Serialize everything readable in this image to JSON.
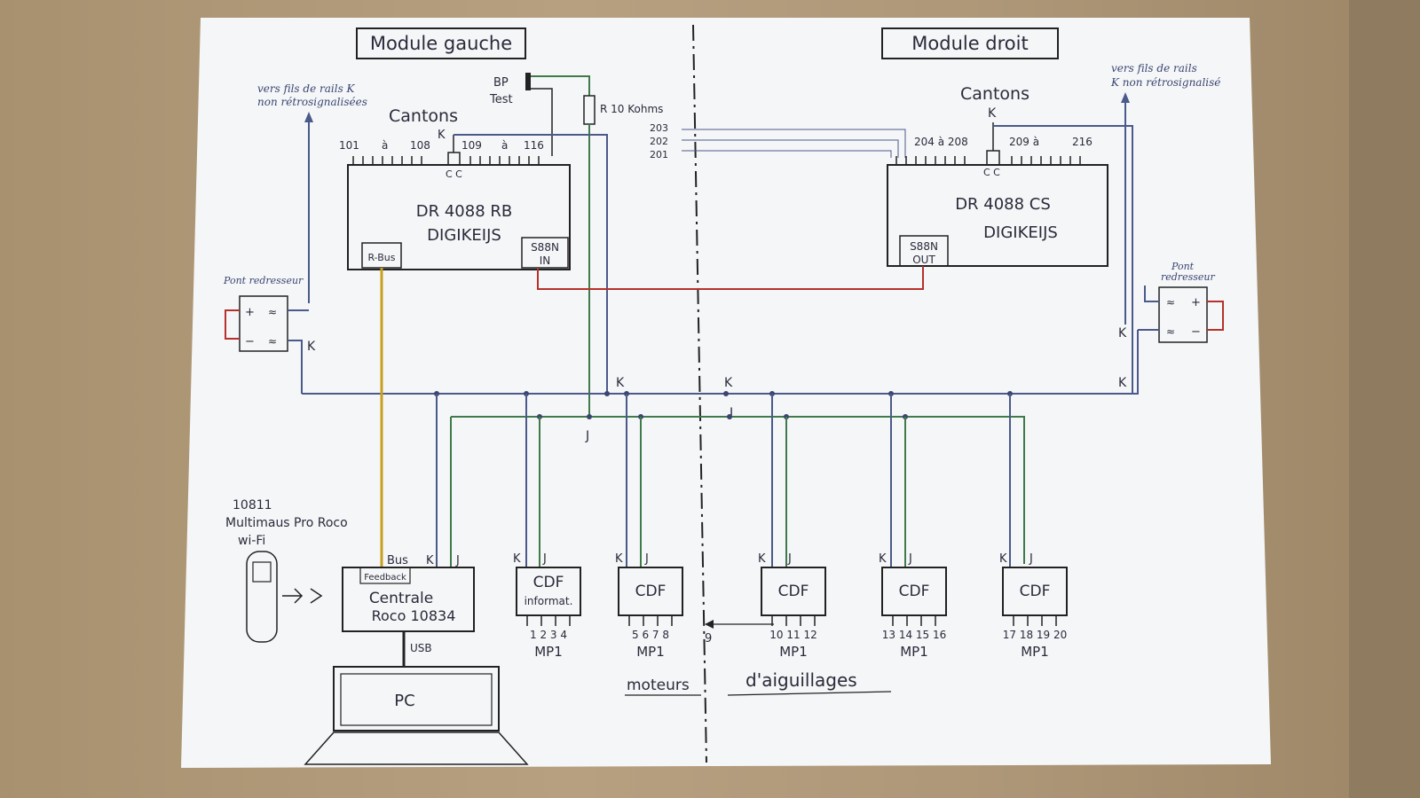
{
  "modules": {
    "left_title": "Module gauche",
    "right_title": "Module droit"
  },
  "notes": {
    "left_rails_1": "vers fils de rails K",
    "left_rails_2": "non rétrosignalisées",
    "right_rails_1": "vers fils de rails",
    "right_rails_2": "K non rétrosignalisé",
    "left_bridge": "Pont redresseur",
    "right_bridge_1": "Pont",
    "right_bridge_2": "redresseur"
  },
  "left_module": {
    "cantons_label": "Cantons",
    "range_a_start": "101",
    "range_a_sep": "à",
    "range_a_end": "108",
    "range_b_start": "109",
    "range_b_sep": "à",
    "range_b_end": "116",
    "k_label": "K",
    "cc_label": "C C",
    "decoder_line1": "DR 4088 RB",
    "decoder_line2": "DIGIKEIJS",
    "rbus_label": "R-Bus",
    "s88_line1": "S88N",
    "s88_line2": "IN",
    "bp_label": "BP",
    "test_label": "Test",
    "resistor_label": "R 10 Kohms"
  },
  "right_module": {
    "cantons_label": "Cantons",
    "k_label": "K",
    "range_a": "204 à 208",
    "range_b_start": "209 à",
    "range_b_end": "216",
    "in_203": "203",
    "in_202": "202",
    "in_201": "201",
    "cc_label": "C C",
    "decoder_line1": "DR 4088 CS",
    "decoder_line2": "DIGIKEIJS",
    "s88_line1": "S88N",
    "s88_line2": "OUT"
  },
  "bus_labels": {
    "k": "K",
    "j": "J"
  },
  "bridge_symbols": {
    "plus": "+",
    "minus": "−",
    "ac": "≈"
  },
  "central": {
    "mouse_line1": "10811",
    "mouse_line2": "Multimaus Pro Roco",
    "mouse_line3": "wi-Fi",
    "bus_label": "Bus",
    "feedback_label": "Feedback",
    "central_line1": "Centrale",
    "central_line2": "Roco 10834",
    "usb_label": "USB",
    "pc_label": "PC"
  },
  "cdf_units": [
    {
      "line1": "CDF",
      "line2": "informat.",
      "outputs": "1 2 3 4",
      "group": "MP1"
    },
    {
      "line1": "CDF",
      "line2": "",
      "outputs": "5 6 7 8",
      "group": "MP1"
    },
    {
      "line1": "CDF",
      "line2": "",
      "outputs": "10 11 12",
      "group": "MP1"
    },
    {
      "line1": "CDF",
      "line2": "",
      "outputs": "13 14 15 16",
      "group": "MP1"
    },
    {
      "line1": "CDF",
      "line2": "",
      "outputs": "17 18 19 20",
      "group": "MP1"
    }
  ],
  "output_9": "9",
  "footer": {
    "word1": "moteurs",
    "word2": "d'aiguillages"
  },
  "colors": {
    "k_wire": "#4a5a8a",
    "j_wire": "#3f7a4a",
    "rbus_wire": "#c8a020",
    "s88_wire": "#b8302c",
    "ink": "#2a2a3a",
    "paper": "#f7f7f9"
  }
}
